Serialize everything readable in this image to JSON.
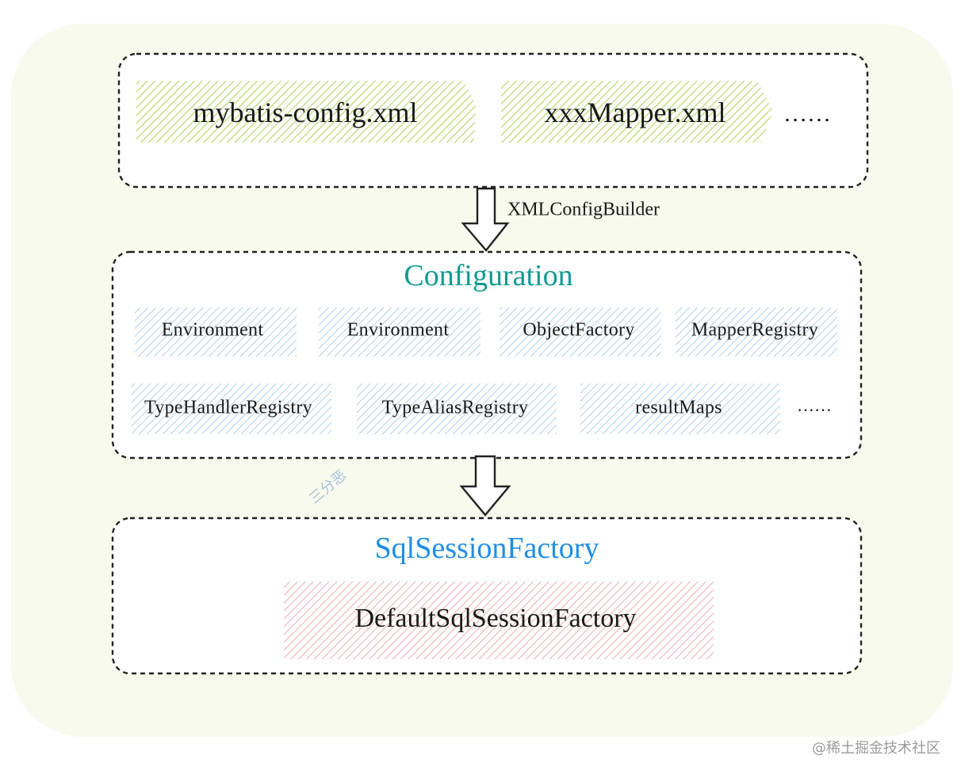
{
  "sources": {
    "files": [
      "mybatis-config.xml",
      "xxxMapper.xml"
    ],
    "more": "……"
  },
  "parse_step": {
    "label": "XMLConfigBuilder"
  },
  "configuration": {
    "title": "Configuration",
    "title_color": "#129a94",
    "row1": [
      "Environment",
      "Environment",
      "ObjectFactory",
      "MapperRegistry"
    ],
    "row2": [
      "TypeHandlerRegistry",
      "TypeAliasRegistry",
      "resultMaps"
    ],
    "more": "……"
  },
  "factory": {
    "title": "SqlSessionFactory",
    "title_color": "#1e8ee8",
    "impl": "DefaultSqlSessionFactory"
  },
  "colors": {
    "file_hatch": "#c9df8a",
    "component_hatch": "#a9cbee",
    "impl_hatch": "#f2a9ae",
    "background_blob": "#f7f9ea"
  },
  "watermark": "@稀土掘金技术社区",
  "watermark_logo_text": "三分恶"
}
